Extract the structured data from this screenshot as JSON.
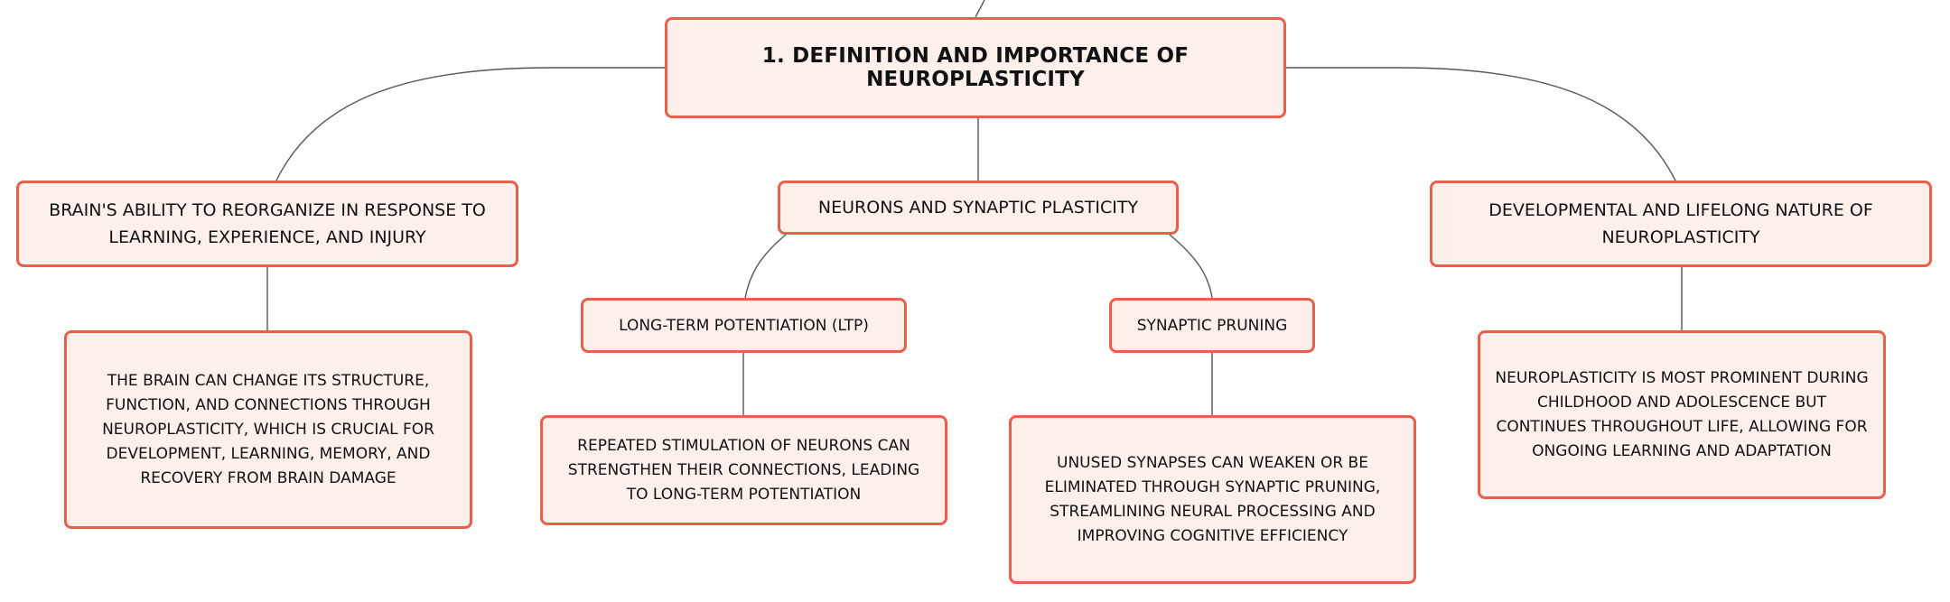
{
  "diagram": {
    "root": {
      "label": "1. DEFINITION AND IMPORTANCE OF NEUROPLASTICITY"
    },
    "branches": {
      "left": {
        "label": "BRAIN'S ABILITY TO REORGANIZE IN RESPONSE TO LEARNING, EXPERIENCE, AND INJURY",
        "detail": "THE BRAIN CAN CHANGE ITS STRUCTURE, FUNCTION, AND CONNECTIONS THROUGH NEUROPLASTICITY, WHICH IS CRUCIAL FOR DEVELOPMENT, LEARNING, MEMORY, AND RECOVERY FROM BRAIN DAMAGE"
      },
      "middle": {
        "label": "NEURONS AND SYNAPTIC PLASTICITY",
        "children": {
          "ltp": {
            "label": "LONG-TERM POTENTIATION (LTP)",
            "detail": "REPEATED STIMULATION OF NEURONS CAN STRENGTHEN THEIR CONNECTIONS, LEADING TO LONG-TERM POTENTIATION"
          },
          "pruning": {
            "label": "SYNAPTIC PRUNING",
            "detail": "UNUSED SYNAPSES CAN WEAKEN OR BE ELIMINATED THROUGH SYNAPTIC PRUNING, STREAMLINING NEURAL PROCESSING AND IMPROVING COGNITIVE EFFICIENCY"
          }
        }
      },
      "right": {
        "label": "DEVELOPMENTAL AND LIFELONG NATURE OF NEUROPLASTICITY",
        "detail": "NEUROPLASTICITY IS MOST PROMINENT DURING CHILDHOOD AND ADOLESCENCE BUT CONTINUES THROUGHOUT LIFE, ALLOWING FOR ONGOING LEARNING AND ADAPTATION"
      }
    },
    "colors": {
      "node_fill": "#fdf0ea",
      "node_border": "#e8604c",
      "connector": "#555555",
      "text": "#111111"
    }
  }
}
